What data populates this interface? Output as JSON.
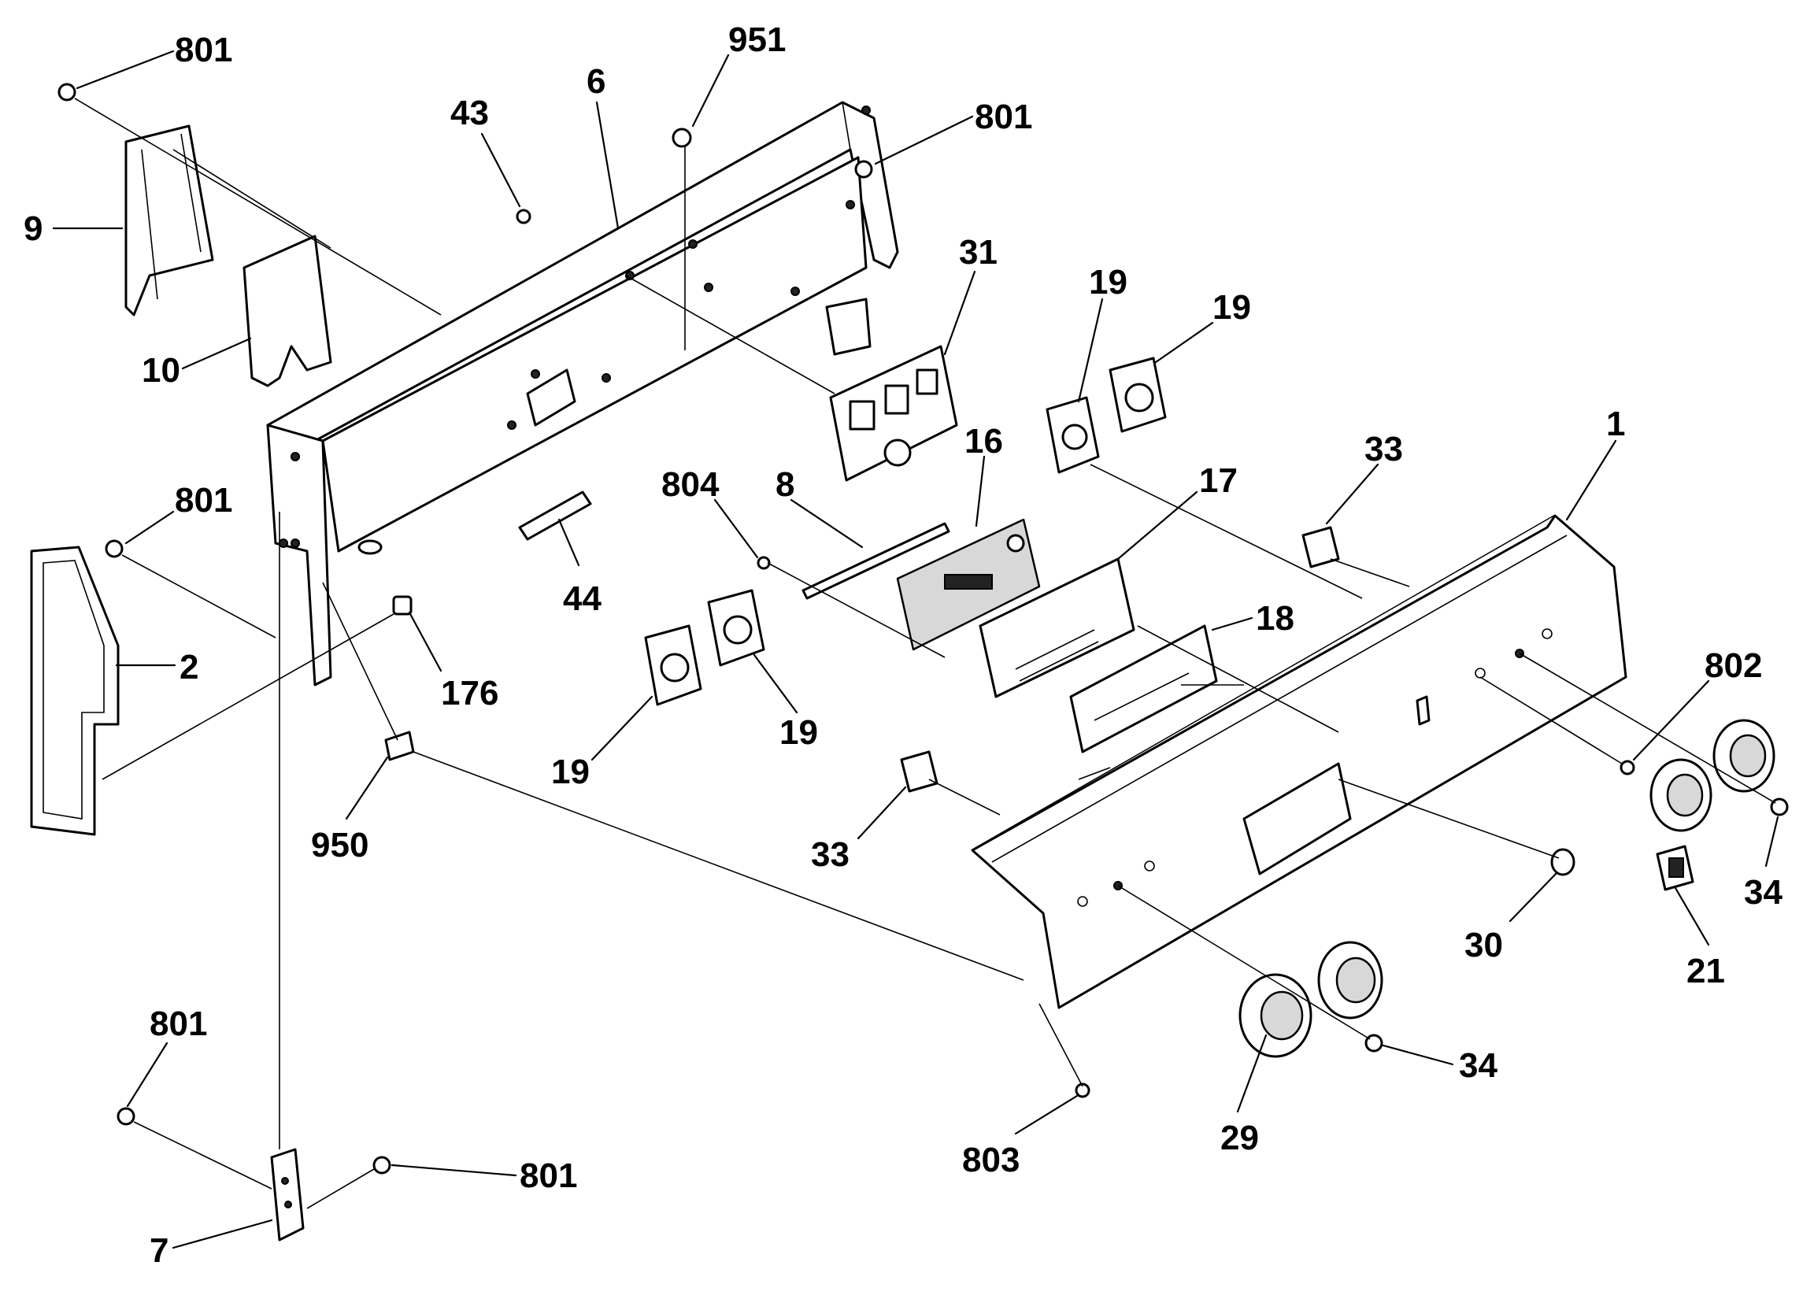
{
  "callouts": [
    {
      "id": "c801a",
      "label": "801"
    },
    {
      "id": "c9",
      "label": "9"
    },
    {
      "id": "c10",
      "label": "10"
    },
    {
      "id": "c43",
      "label": "43"
    },
    {
      "id": "c6",
      "label": "6"
    },
    {
      "id": "c951",
      "label": "951"
    },
    {
      "id": "c801b",
      "label": "801"
    },
    {
      "id": "c31",
      "label": "31"
    },
    {
      "id": "c19a",
      "label": "19"
    },
    {
      "id": "c19b",
      "label": "19"
    },
    {
      "id": "c801c",
      "label": "801"
    },
    {
      "id": "c2",
      "label": "2"
    },
    {
      "id": "c176",
      "label": "176"
    },
    {
      "id": "c44",
      "label": "44"
    },
    {
      "id": "c804",
      "label": "804"
    },
    {
      "id": "c8",
      "label": "8"
    },
    {
      "id": "c16",
      "label": "16"
    },
    {
      "id": "c17",
      "label": "17"
    },
    {
      "id": "c33a",
      "label": "33"
    },
    {
      "id": "c1",
      "label": "1"
    },
    {
      "id": "c18",
      "label": "18"
    },
    {
      "id": "c19c",
      "label": "19"
    },
    {
      "id": "c19d",
      "label": "19"
    },
    {
      "id": "c802",
      "label": "802"
    },
    {
      "id": "c950",
      "label": "950"
    },
    {
      "id": "c33b",
      "label": "33"
    },
    {
      "id": "c30",
      "label": "30"
    },
    {
      "id": "c34a",
      "label": "34"
    },
    {
      "id": "c21",
      "label": "21"
    },
    {
      "id": "c34b",
      "label": "34"
    },
    {
      "id": "c801d",
      "label": "801"
    },
    {
      "id": "c29",
      "label": "29"
    },
    {
      "id": "c803",
      "label": "803"
    },
    {
      "id": "c801e",
      "label": "801"
    },
    {
      "id": "c7",
      "label": "7"
    }
  ]
}
